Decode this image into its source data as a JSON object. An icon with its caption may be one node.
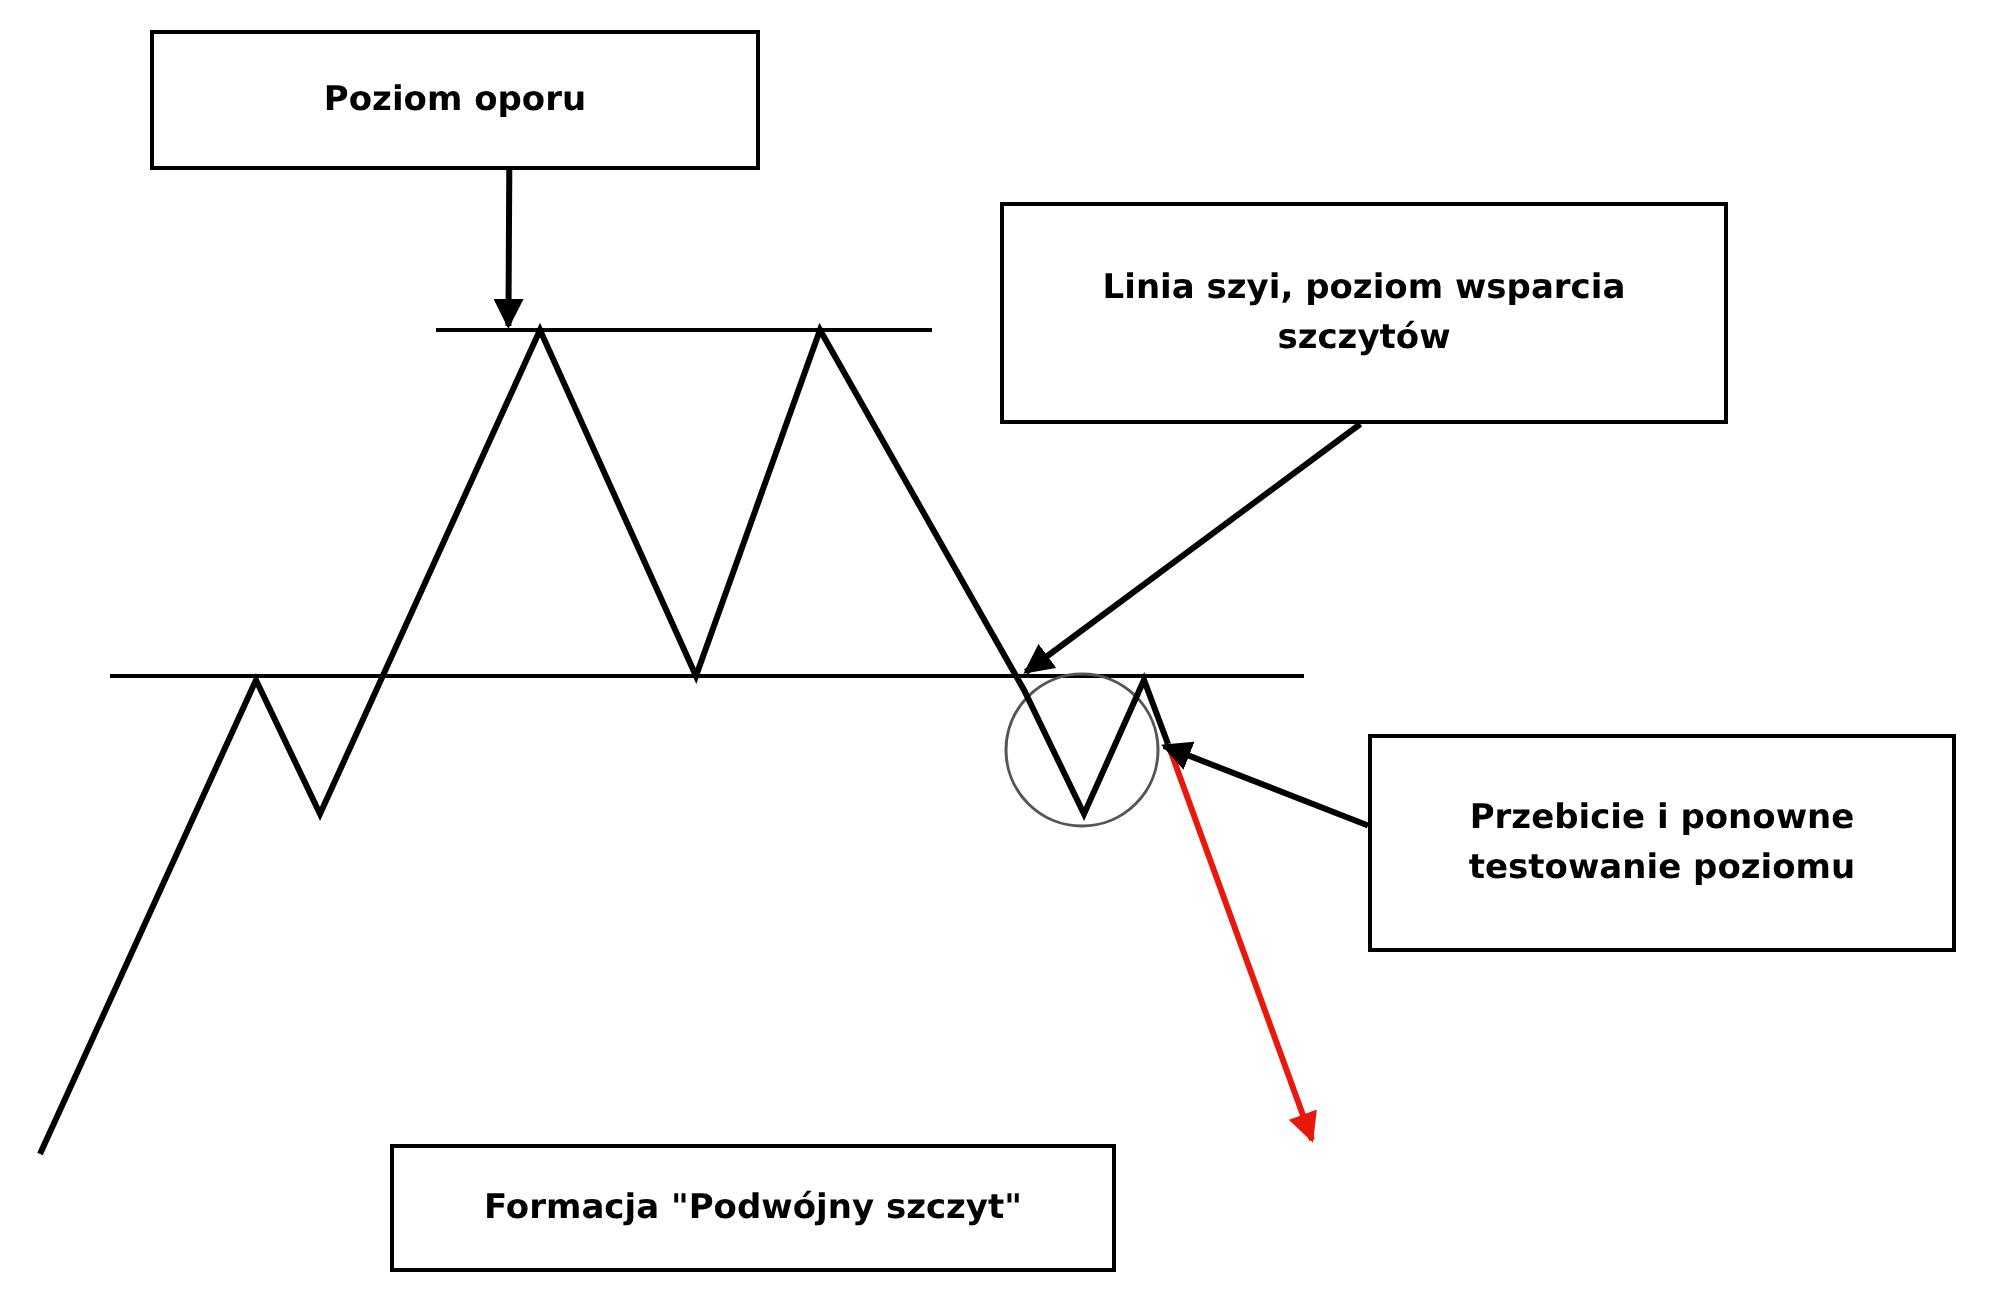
{
  "diagram": {
    "nodes": [
      {
        "text": [
          "Poziom oporu"
        ]
      },
      {
        "text": [],
        "shape": "line"
      },
      {
        "text": [
          "Linia szyi, poziom wsparcia szczytów"
        ]
      },
      {
        "text": [],
        "shape": "line"
      },
      {
        "text": [
          "Przebicie i ponowne testowanie poziomu"
        ]
      },
      {
        "text": [],
        "shape": "circle"
      },
      {
        "text": [
          "Formacja \"Podwójny szczyt\""
        ]
      }
    ],
    "edges": [
      {
        "from": 0,
        "to": 1,
        "arrow": "to"
      },
      {
        "from": 2,
        "to": 3,
        "arrow": "to"
      },
      {
        "from": 4,
        "to": 5,
        "arrow": "to"
      }
    ]
  }
}
